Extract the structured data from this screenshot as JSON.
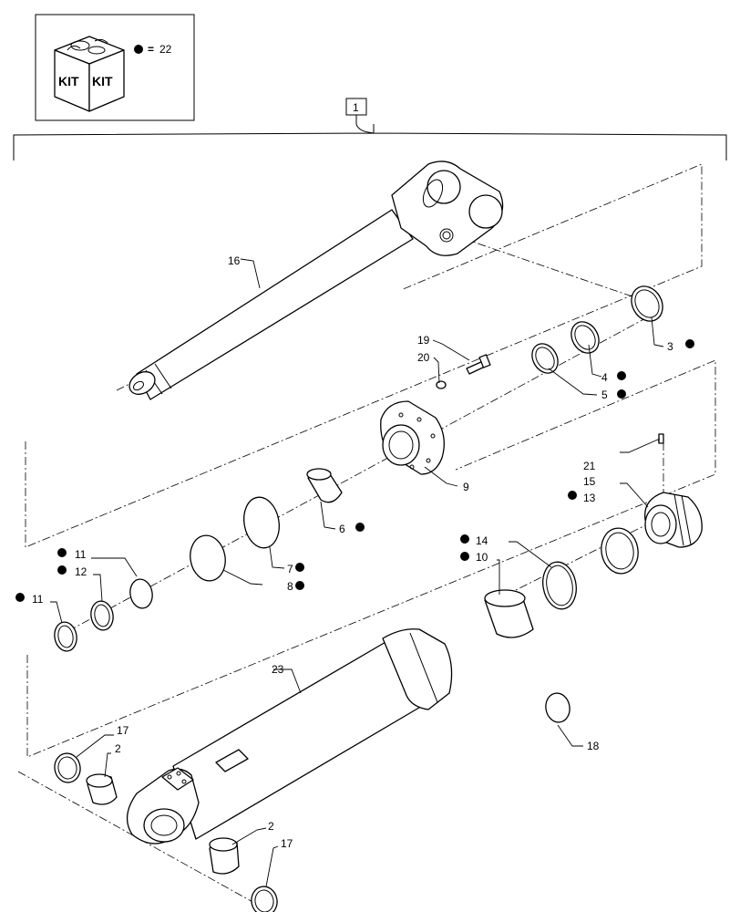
{
  "kit": {
    "legend_equals": "=",
    "legend_count": "22",
    "box_word": "KIT"
  },
  "assembly_label": "1",
  "callouts": {
    "c2a": "2",
    "c2b": "2",
    "c3": "3",
    "c4": "4",
    "c5": "5",
    "c6": "6",
    "c7": "7",
    "c8": "8",
    "c9": "9",
    "c10": "10",
    "c11a": "11",
    "c11b": "11",
    "c12": "12",
    "c13": "13",
    "c14": "14",
    "c15": "15",
    "c16": "16",
    "c17a": "17",
    "c17b": "17",
    "c18": "18",
    "c19": "19",
    "c20": "20",
    "c21": "21",
    "c23": "23"
  }
}
